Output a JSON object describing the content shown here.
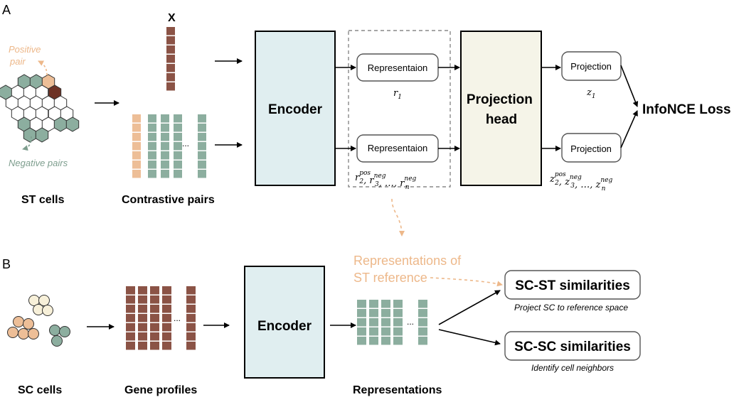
{
  "panel_a": {
    "label": "A",
    "st_cells": {
      "caption": "ST cells",
      "positive_label": [
        "Positive",
        "pair"
      ],
      "negative_label": "Negative pairs"
    },
    "x_label": "X",
    "contrastive_caption": "Contrastive pairs",
    "ellipsis": "...",
    "encoder_label": "Encoder",
    "rep_box_top": "Representaion",
    "rep_box_bottom": "Representaion",
    "rep_sub_top": {
      "base": "r",
      "sub": "1"
    },
    "rep_sub_bottom": {
      "terms": [
        {
          "base": "r",
          "sub": "2",
          "sup": "pos"
        },
        {
          "base": "r",
          "sub": "3",
          "sup": "neg"
        },
        {
          "base": "r",
          "sub": "n",
          "sup": "neg"
        }
      ],
      "sep": ", ",
      "dots": "…"
    },
    "projection_head": [
      "Projection",
      "head"
    ],
    "proj_box_top": "Projection",
    "proj_box_bottom": "Projection",
    "proj_sub_top": {
      "base": "z",
      "sub": "1"
    },
    "proj_sub_bottom": {
      "terms": [
        {
          "base": "z",
          "sub": "2",
          "sup": "pos"
        },
        {
          "base": "z",
          "sub": "3",
          "sup": "neg"
        },
        {
          "base": "z",
          "sub": "n",
          "sup": "neg"
        }
      ],
      "sep": ", ",
      "dots": "…"
    },
    "loss_label": "InfoNCE Loss"
  },
  "panel_b": {
    "label": "B",
    "sc_caption": "SC cells",
    "gene_caption": "Gene profiles",
    "ellipsis": "...",
    "encoder_label": "Encoder",
    "rep_caption": "Representations",
    "st_reference": [
      "Representations of",
      "ST reference"
    ],
    "sc_st_label": "SC-ST similarities",
    "sc_st_sub": "Project SC to reference space",
    "sc_sc_label": "SC-SC similarities",
    "sc_sc_sub": "Identify cell neighbors"
  },
  "colors": {
    "brown": "#8B5346",
    "teal": "#8CAE9F",
    "peach": "#EDBE97",
    "dark_brown": "#6E3326",
    "encoder_fill": "#E0EEF0",
    "projection_fill": "#F5F4E8",
    "orange_text": "#EDB88A",
    "teal_text": "#7E9E8E",
    "cream": "#F7F0D9"
  }
}
